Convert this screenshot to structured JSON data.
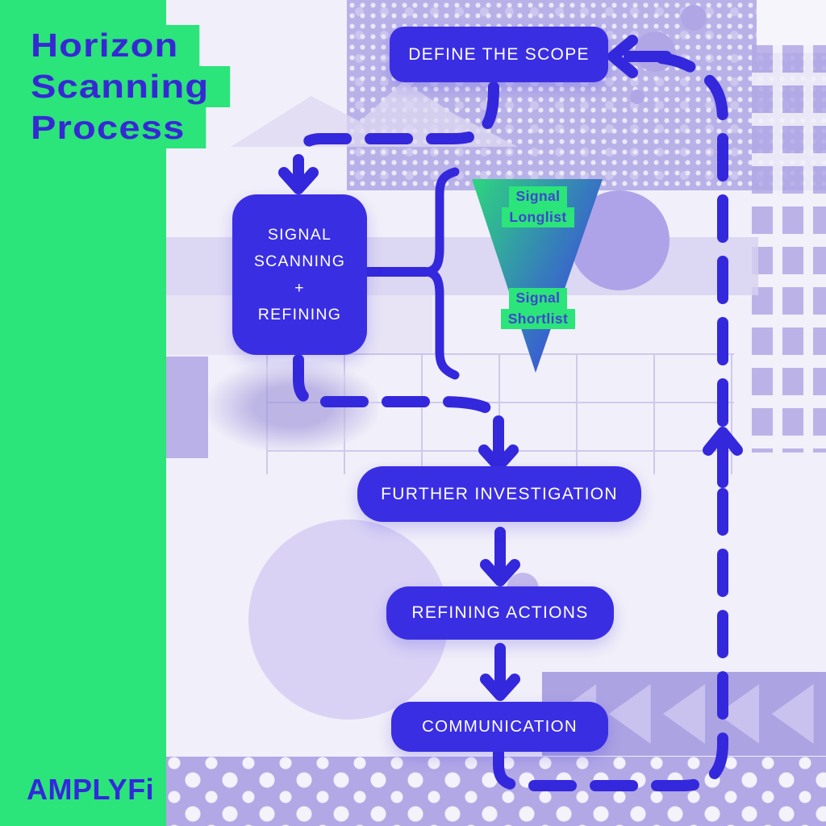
{
  "brand": {
    "title_lines": [
      "Horizon",
      "Scanning",
      "Process"
    ],
    "logo_text": "AMPLYFi"
  },
  "flowchart": {
    "nodes": [
      {
        "id": "define-the-scope",
        "label": "DEFINE THE SCOPE"
      },
      {
        "id": "signal-scanning-refining",
        "lines": [
          "SIGNAL",
          "SCANNING",
          "+",
          "REFINING"
        ]
      },
      {
        "id": "further-investigation",
        "label": "FURTHER INVESTIGATION"
      },
      {
        "id": "refining-actions",
        "label": "REFINING ACTIONS"
      },
      {
        "id": "communication",
        "label": "COMMUNICATION"
      }
    ],
    "funnel": {
      "top_label": {
        "line1": "Signal",
        "line2": "Longlist"
      },
      "bottom_label": {
        "line1": "Signal",
        "line2": "Shortlist"
      },
      "gradient_from": "#2dd67e",
      "gradient_to": "#3a57d6"
    },
    "edges": [
      {
        "from": "define-the-scope",
        "to": "signal-scanning-refining",
        "style": "dashed-arrow"
      },
      {
        "from": "signal-scanning-refining",
        "to": "funnel",
        "style": "brace"
      },
      {
        "from": "signal-scanning-refining",
        "to": "further-investigation",
        "style": "dashed-arrow"
      },
      {
        "from": "further-investigation",
        "to": "refining-actions",
        "style": "solid-arrow"
      },
      {
        "from": "refining-actions",
        "to": "communication",
        "style": "solid-arrow"
      },
      {
        "from": "communication",
        "to": "define-the-scope",
        "style": "dashed-loop-arrow"
      }
    ]
  },
  "colors": {
    "accent_blue": "#3328dc",
    "node_blue": "#3a2ee3",
    "brand_green": "#2be47a",
    "background_lavender": "#f1eff9"
  }
}
